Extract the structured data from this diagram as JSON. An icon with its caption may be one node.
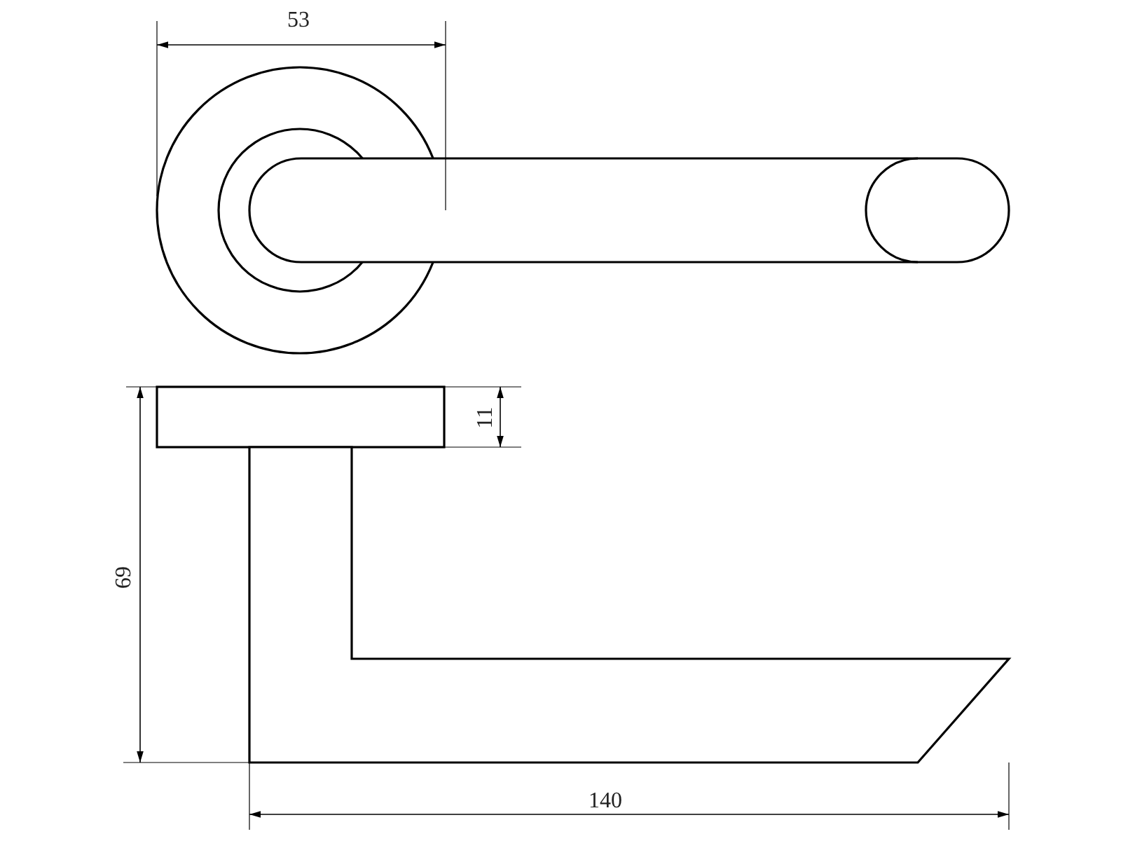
{
  "diagram": {
    "labels": [
      "53",
      "11",
      "69",
      "140"
    ]
  }
}
